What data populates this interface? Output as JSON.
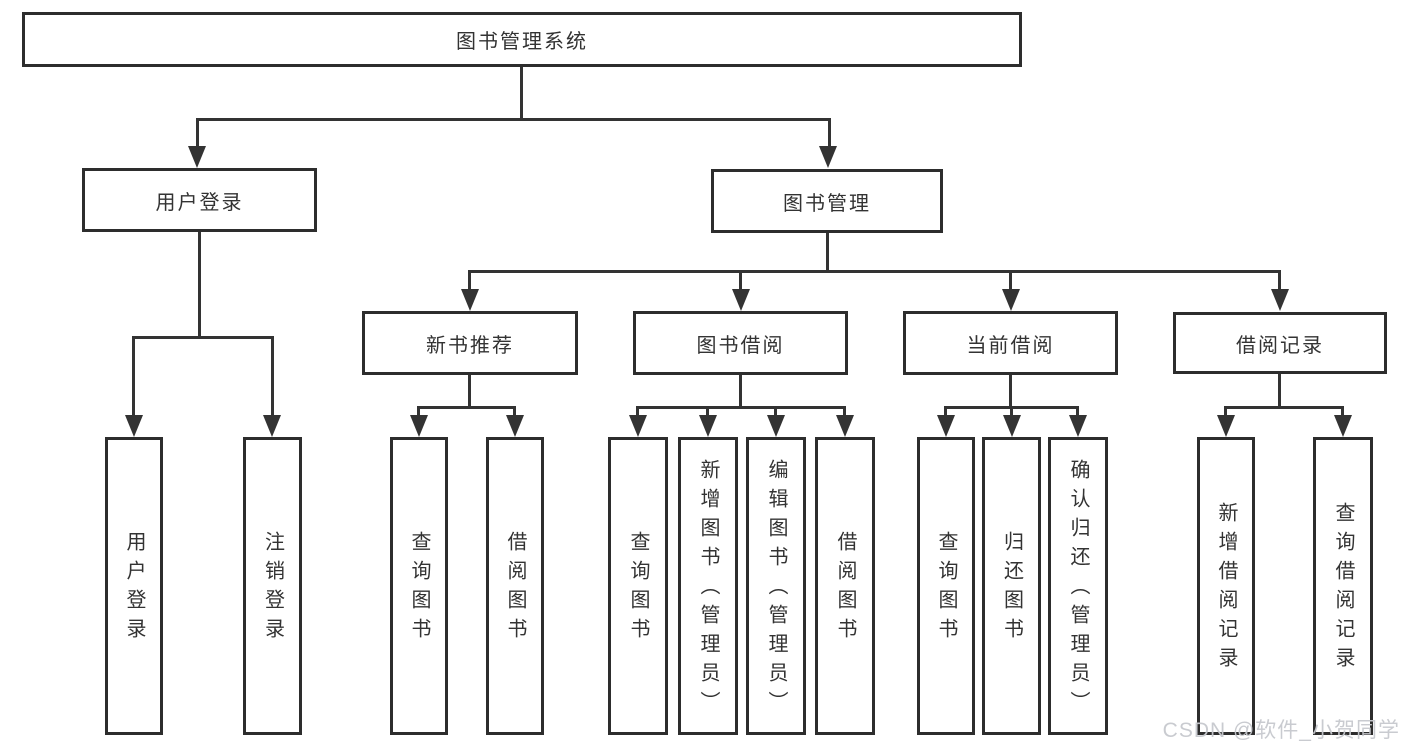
{
  "diagram": {
    "title": "图书管理系统",
    "watermark": "CSDN @软件_小贺同学",
    "colors": {
      "background": "#ffffff",
      "box_border": "#2d2d2d",
      "line": "#333333",
      "text": "#333333",
      "watermark": "#c6c8ce"
    },
    "nodes": {
      "root": {
        "label": "图书管理系统"
      },
      "user_login": {
        "label": "用户登录"
      },
      "book_mgmt": {
        "label": "图书管理"
      },
      "new_book_rec": {
        "label": "新书推荐"
      },
      "book_borrow": {
        "label": "图书借阅"
      },
      "current_borrow": {
        "label": "当前借阅"
      },
      "borrow_record": {
        "label": "借阅记录"
      },
      "leaf_user_login": {
        "label": "用户登录"
      },
      "leaf_logout": {
        "label": "注销登录"
      },
      "rec_query_book": {
        "label": "查询图书"
      },
      "rec_borrow_book": {
        "label": "借阅图书"
      },
      "bb_query_book": {
        "label": "查询图书"
      },
      "bb_add_book": {
        "label": "新增图书（管理员）"
      },
      "bb_edit_book": {
        "label": "编辑图书（管理员）"
      },
      "bb_borrow_book": {
        "label": "借阅图书"
      },
      "cb_query_book": {
        "label": "查询图书"
      },
      "cb_return_book": {
        "label": "归还图书"
      },
      "cb_confirm_return": {
        "label": "确认归还（管理员）"
      },
      "br_add_record": {
        "label": "新增借阅记录"
      },
      "br_query_record": {
        "label": "查询借阅记录"
      }
    },
    "edges": [
      [
        "root",
        "user_login"
      ],
      [
        "root",
        "book_mgmt"
      ],
      [
        "user_login",
        "leaf_user_login"
      ],
      [
        "user_login",
        "leaf_logout"
      ],
      [
        "book_mgmt",
        "new_book_rec"
      ],
      [
        "book_mgmt",
        "book_borrow"
      ],
      [
        "book_mgmt",
        "current_borrow"
      ],
      [
        "book_mgmt",
        "borrow_record"
      ],
      [
        "new_book_rec",
        "rec_query_book"
      ],
      [
        "new_book_rec",
        "rec_borrow_book"
      ],
      [
        "book_borrow",
        "bb_query_book"
      ],
      [
        "book_borrow",
        "bb_add_book"
      ],
      [
        "book_borrow",
        "bb_edit_book"
      ],
      [
        "book_borrow",
        "bb_borrow_book"
      ],
      [
        "current_borrow",
        "cb_query_book"
      ],
      [
        "current_borrow",
        "cb_return_book"
      ],
      [
        "current_borrow",
        "cb_confirm_return"
      ],
      [
        "borrow_record",
        "br_add_record"
      ],
      [
        "borrow_record",
        "br_query_record"
      ]
    ]
  }
}
